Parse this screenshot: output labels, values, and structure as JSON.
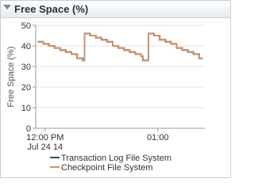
{
  "panel": {
    "title": "Free Space (%)"
  },
  "colors": {
    "series_transaction": "#2c4f5e",
    "series_checkpoint": "#c8926c",
    "grid": "#e6e6e6",
    "axis": "#9a9a9a",
    "text": "#333333"
  },
  "chart_data": {
    "type": "line",
    "title": "",
    "xlabel": "",
    "ylabel": "Free Space (%)",
    "ylim": [
      0,
      50
    ],
    "yticks": [
      0,
      10,
      20,
      30,
      40,
      50
    ],
    "xlim": [
      "11:55",
      "13:25"
    ],
    "xticks": [
      {
        "x": "12:00",
        "label": "12:00 PM",
        "sublabel": "Jul 24 14"
      },
      {
        "x": "13:00",
        "label": "01:00",
        "sublabel": ""
      }
    ],
    "grid": true,
    "legend_position": "bottom",
    "series": [
      {
        "name": "Transaction Log File System",
        "color": "#2c4f5e",
        "x": [
          "11:56",
          "11:59",
          "11:59",
          "12:02",
          "12:02",
          "12:05",
          "12:05",
          "12:08",
          "12:08",
          "12:11",
          "12:11",
          "12:14",
          "12:14",
          "12:17",
          "12:17",
          "12:20",
          "12:20",
          "12:21",
          "12:21",
          "12:24",
          "12:24",
          "12:27",
          "12:27",
          "12:30",
          "12:30",
          "12:33",
          "12:33",
          "12:36",
          "12:36",
          "12:39",
          "12:39",
          "12:42",
          "12:42",
          "12:45",
          "12:45",
          "12:48",
          "12:48",
          "12:51",
          "12:51",
          "12:52",
          "12:52",
          "12:55",
          "12:55",
          "12:58",
          "12:58",
          "13:01",
          "13:01",
          "13:04",
          "13:04",
          "13:07",
          "13:07",
          "13:10",
          "13:10",
          "13:13",
          "13:13",
          "13:16",
          "13:16",
          "13:19",
          "13:19",
          "13:22",
          "13:22",
          "13:24"
        ],
        "values": [
          42,
          42,
          41,
          41,
          40,
          40,
          39,
          39,
          38,
          38,
          37,
          37,
          36,
          36,
          34,
          34,
          33,
          33,
          46,
          46,
          45,
          45,
          44,
          44,
          43,
          43,
          42,
          42,
          40,
          40,
          39,
          39,
          38,
          38,
          37,
          37,
          36,
          36,
          35,
          35,
          33,
          33,
          46,
          46,
          45,
          45,
          43,
          43,
          42,
          42,
          41,
          41,
          39,
          39,
          38,
          38,
          37,
          37,
          36,
          36,
          34,
          34
        ]
      },
      {
        "name": "Checkpoint File System",
        "color": "#c8926c",
        "x": [
          "11:56",
          "11:59",
          "11:59",
          "12:02",
          "12:02",
          "12:05",
          "12:05",
          "12:08",
          "12:08",
          "12:11",
          "12:11",
          "12:14",
          "12:14",
          "12:17",
          "12:17",
          "12:20",
          "12:20",
          "12:21",
          "12:21",
          "12:24",
          "12:24",
          "12:27",
          "12:27",
          "12:30",
          "12:30",
          "12:33",
          "12:33",
          "12:36",
          "12:36",
          "12:39",
          "12:39",
          "12:42",
          "12:42",
          "12:45",
          "12:45",
          "12:48",
          "12:48",
          "12:51",
          "12:51",
          "12:52",
          "12:52",
          "12:55",
          "12:55",
          "12:58",
          "12:58",
          "13:01",
          "13:01",
          "13:04",
          "13:04",
          "13:07",
          "13:07",
          "13:10",
          "13:10",
          "13:13",
          "13:13",
          "13:16",
          "13:16",
          "13:19",
          "13:19",
          "13:22",
          "13:22",
          "13:24"
        ],
        "values": [
          42,
          42,
          41,
          41,
          40,
          40,
          39,
          39,
          38,
          38,
          37,
          37,
          36,
          36,
          34,
          34,
          33,
          33,
          46,
          46,
          45,
          45,
          44,
          44,
          43,
          43,
          42,
          42,
          40,
          40,
          39,
          39,
          38,
          38,
          37,
          37,
          36,
          36,
          35,
          35,
          33,
          33,
          46,
          46,
          45,
          45,
          43,
          43,
          42,
          42,
          41,
          41,
          39,
          39,
          38,
          38,
          37,
          37,
          36,
          36,
          34,
          34
        ]
      }
    ]
  }
}
